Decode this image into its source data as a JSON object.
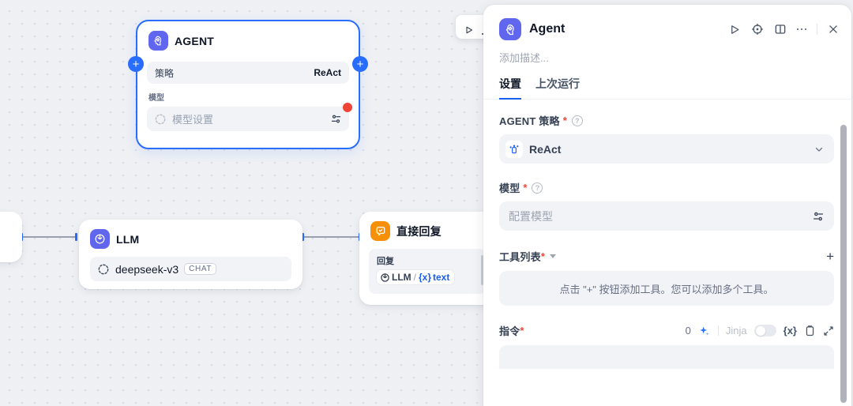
{
  "canvas": {
    "node_toolbar": {
      "icons": [
        "play-icon",
        "more-icon"
      ]
    },
    "agent_node": {
      "title": "AGENT",
      "strategy_label": "策略",
      "strategy_value": "ReAct",
      "model_label": "模型",
      "model_placeholder": "模型设置"
    },
    "llm_node": {
      "title": "LLM",
      "model": "deepseek-v3",
      "badge": "CHAT"
    },
    "answer_node": {
      "title": "直接回复",
      "reply_label": "回复",
      "chip_node": "LLM",
      "chip_sep": "/",
      "chip_var": "{x}",
      "chip_field": "text"
    }
  },
  "panel": {
    "title": "Agent",
    "header_icons": [
      "play-icon",
      "crosshair-icon",
      "book-icon",
      "more-icon",
      "close-icon"
    ],
    "description_placeholder": "添加描述...",
    "tabs": [
      {
        "label": "设置",
        "active": true
      },
      {
        "label": "上次运行",
        "active": false
      }
    ],
    "required_mark": "*",
    "question_mark": "?",
    "sections": {
      "strategy": {
        "label": "AGENT 策略",
        "value": "ReAct"
      },
      "model": {
        "label": "模型",
        "placeholder": "配置模型"
      },
      "tools": {
        "label": "工具列表",
        "add_label": "+",
        "empty_text": "点击 \"+\" 按钮添加工具。您可以添加多个工具。"
      },
      "instruction": {
        "label": "指令",
        "count": "0",
        "jinja_label": "Jinja",
        "var_icon": "{x}"
      }
    }
  },
  "colors": {
    "accent_blue": "#296DFF",
    "link_blue": "#155EEF",
    "node_icon_purple": "#6166EE",
    "answer_orange": "#F79009",
    "alert_red": "#F04438",
    "canvas_bg": "#EEF0F4",
    "field_bg": "#F1F3F7"
  }
}
